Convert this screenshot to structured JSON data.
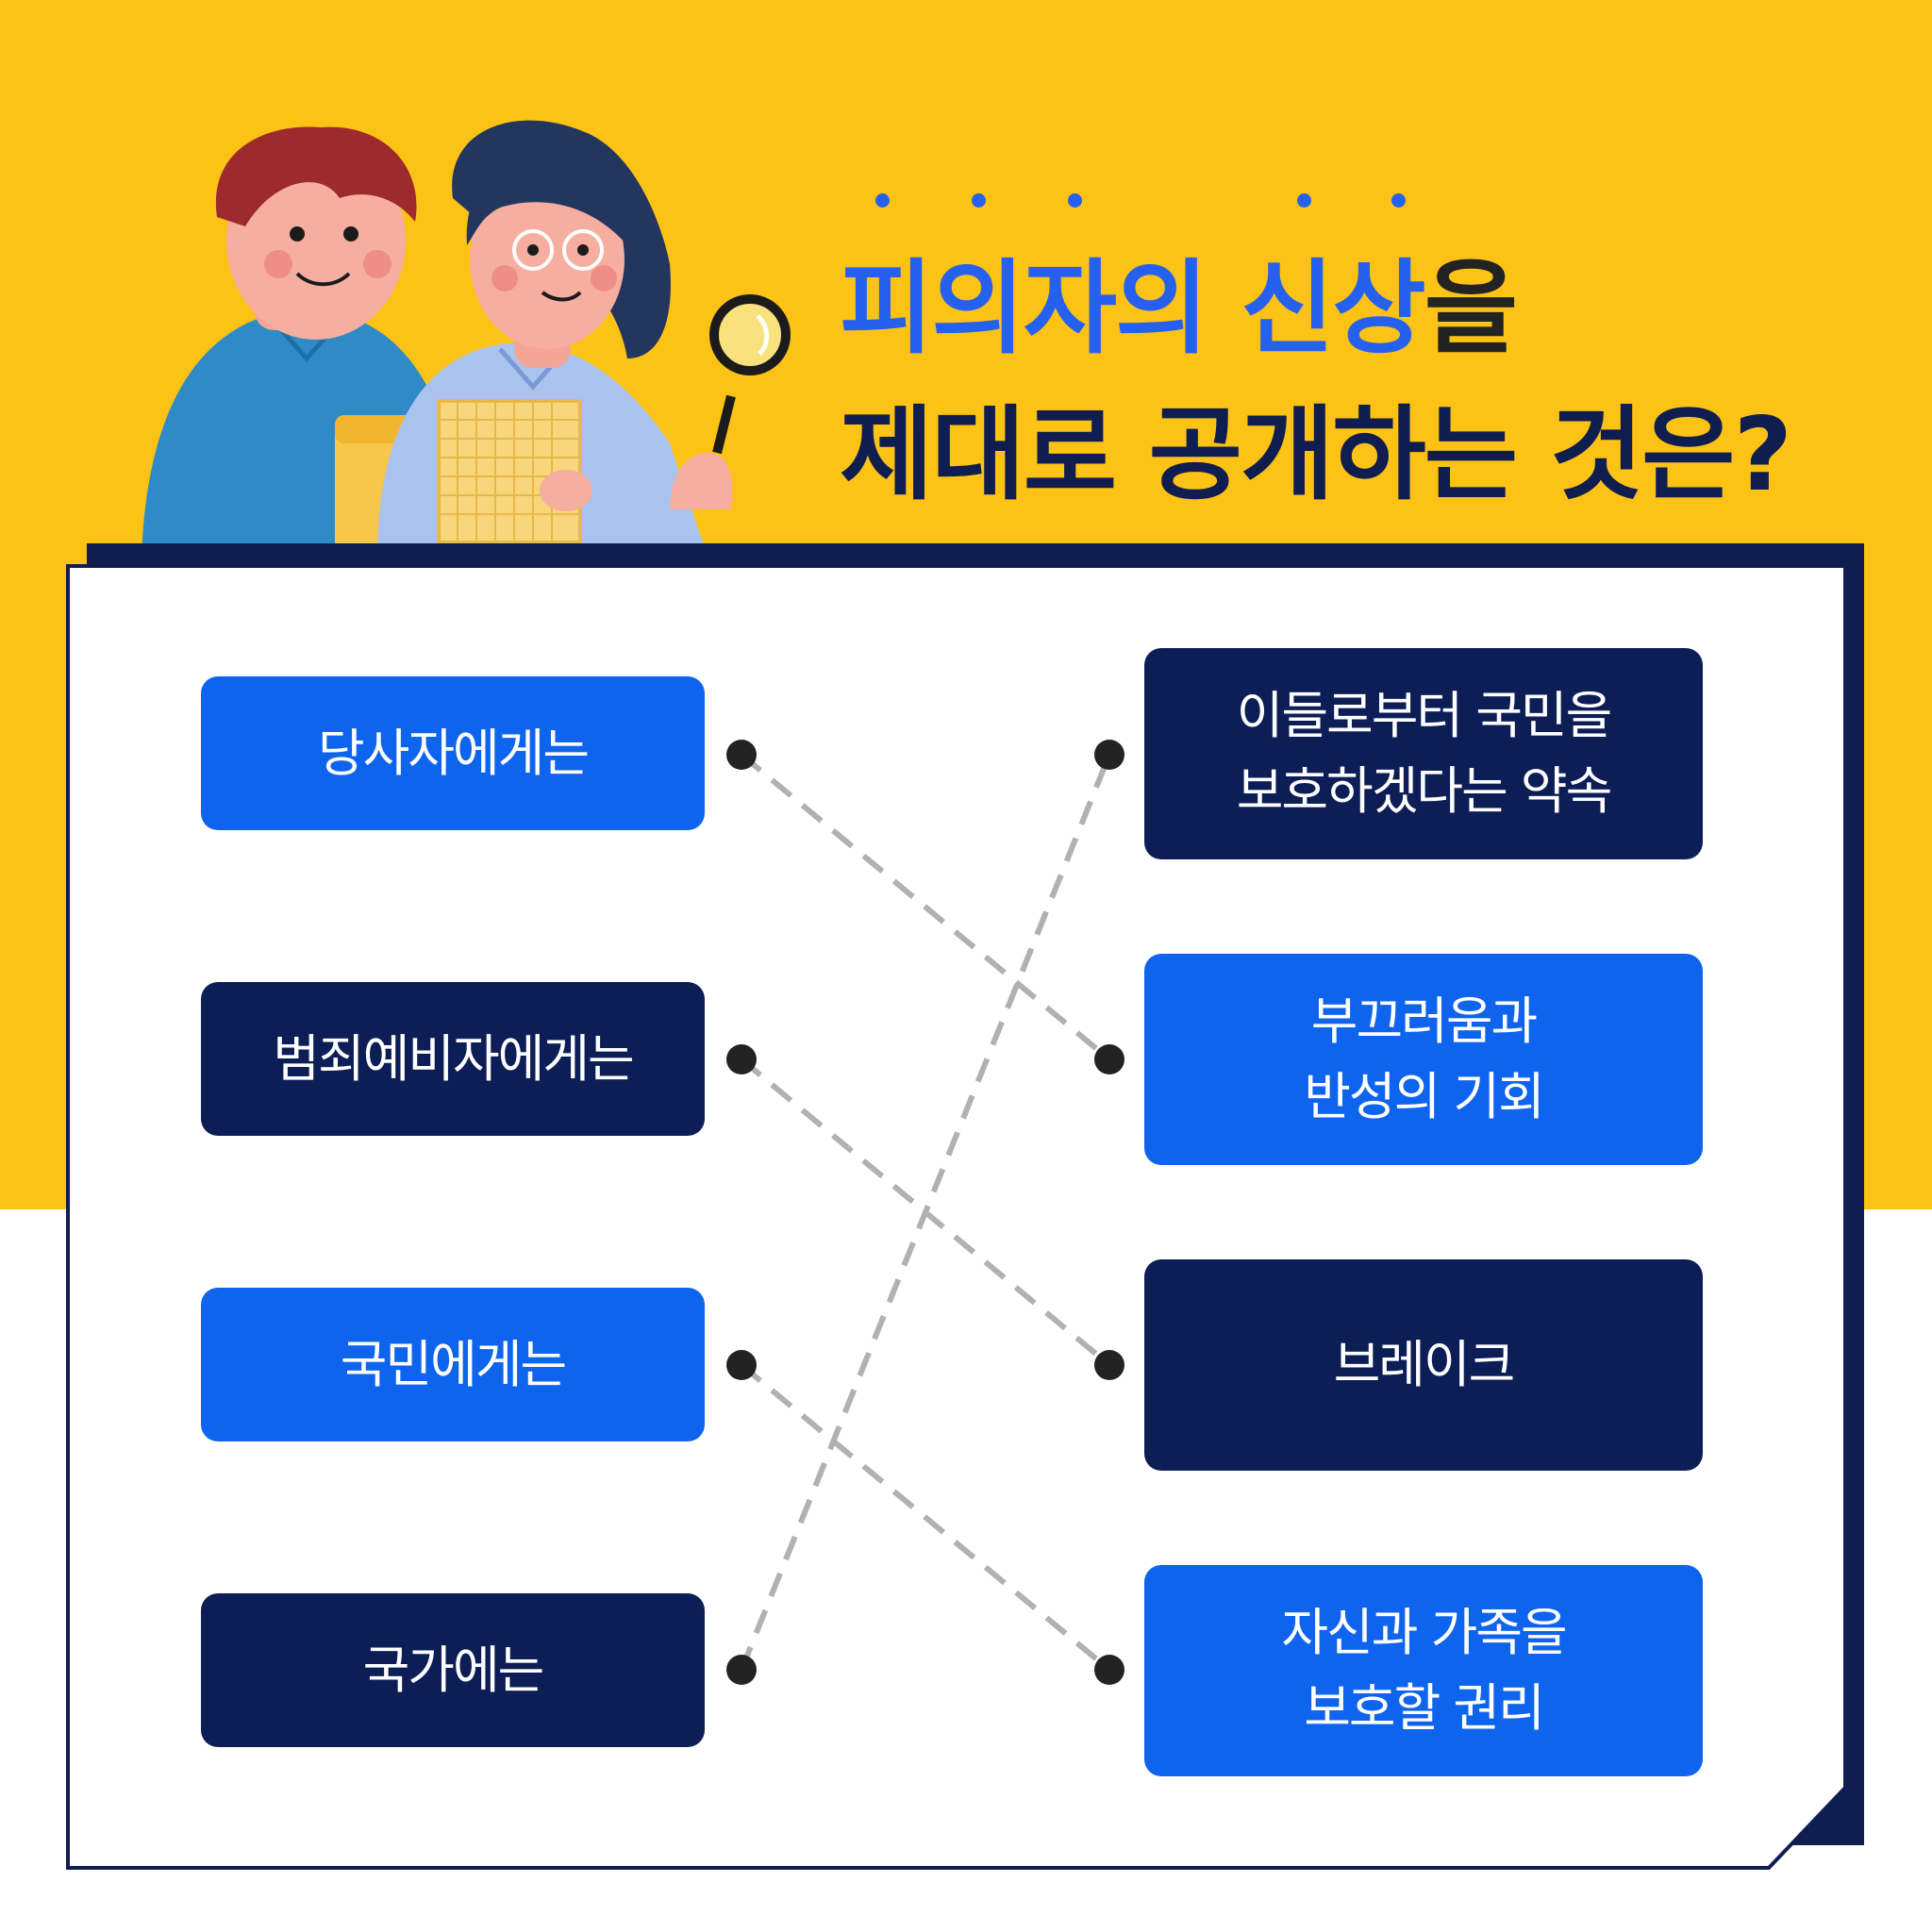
{
  "title": {
    "line1_highlight_a": "피의자의",
    "line1_highlight_b": "신상",
    "line1_suffix": "을",
    "line2": "제대로 공개하는 것은?"
  },
  "left_items": [
    {
      "label": "당사자에게는",
      "color": "blue"
    },
    {
      "label": "범죄예비자에게는",
      "color": "navy"
    },
    {
      "label": "국민에게는",
      "color": "blue"
    },
    {
      "label": "국가에는",
      "color": "navy"
    }
  ],
  "right_items": [
    {
      "label": "이들로부터 국민을\n보호하겠다는 약속",
      "color": "navy"
    },
    {
      "label": "부끄러움과\n반성의 기회",
      "color": "blue"
    },
    {
      "label": "브레이크",
      "color": "navy"
    },
    {
      "label": "자신과 가족을\n보호할 권리",
      "color": "blue"
    }
  ],
  "matches": [
    {
      "from": 0,
      "to": 1
    },
    {
      "from": 1,
      "to": 2
    },
    {
      "from": 2,
      "to": 3
    },
    {
      "from": 3,
      "to": 0
    }
  ],
  "colors": {
    "background_yellow": "#FCC216",
    "navy": "#0D1E57",
    "blue": "#0F64EE",
    "title_highlight": "#2660EE",
    "connector_dash": "#B1B1B1",
    "connector_dot": "#232323"
  }
}
